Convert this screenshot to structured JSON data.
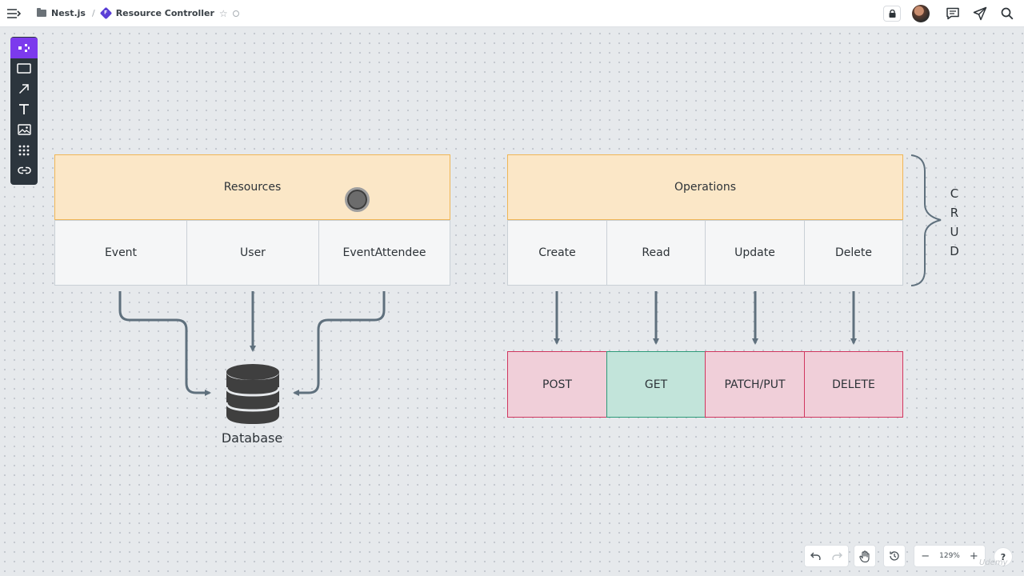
{
  "breadcrumb": {
    "folder": "Nest.js",
    "separator": "/",
    "doc_badge": "F",
    "doc_title": "Resource Controller"
  },
  "diagram": {
    "resources": {
      "header": "Resources",
      "items": [
        "Event",
        "User",
        "EventAttendee"
      ]
    },
    "database_label": "Database",
    "operations": {
      "header": "Operations",
      "items": [
        "Create",
        "Read",
        "Update",
        "Delete"
      ]
    },
    "http_methods": [
      "POST",
      "GET",
      "PATCH/PUT",
      "DELETE"
    ],
    "crud_letters": [
      "C",
      "R",
      "U",
      "D"
    ]
  },
  "zoom": {
    "level": "129%"
  },
  "help": {
    "label": "?"
  },
  "watermark": "Udemy",
  "colors": {
    "accent": "#7c3aed",
    "header_fill": "#fbe7c7",
    "header_border": "#f0b656",
    "method_pink": "#f0cfd9",
    "method_pink_border": "#d0365f",
    "method_teal": "#c2e4da",
    "method_teal_border": "#2c9a79",
    "arrow": "#5f707d"
  },
  "icons": {
    "menu": "collapse-menu-icon",
    "lock": "lock-icon",
    "comment": "comment-icon",
    "share": "paper-plane-icon",
    "search": "search-icon"
  }
}
